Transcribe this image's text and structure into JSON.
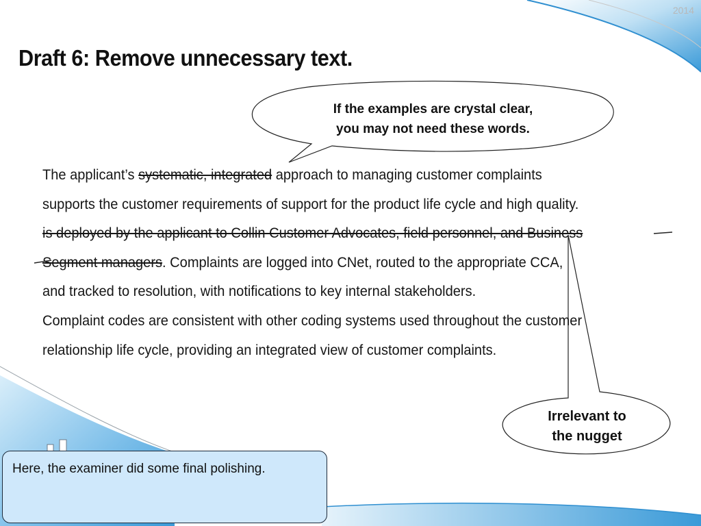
{
  "slide": {
    "year": "2014",
    "title": "Draft 6: Remove unnecessary text."
  },
  "callouts": {
    "top": {
      "line1": "If the examples are crystal clear,",
      "line2": "you may not need these words."
    },
    "bottom": {
      "line1": "Irrelevant to",
      "line2": "the nugget"
    }
  },
  "body": {
    "l1_a": "The applicant’s ",
    "l1_strike": "systematic, integrated",
    "l1_b": " approach to managing customer complaints",
    "l2": "supports the customer requirements of support for the product life cycle and high quality.",
    "l3_strike": "is deployed by the applicant to Collin Customer Advocates, field personnel, and Business",
    "l4_strike": "Segment managers",
    "l4_b": ". Complaints are logged into CNet, routed to the appropriate CCA,",
    "l5": "and tracked to resolution, with notifications to key internal stakeholders.",
    "l6": "Complaint codes are consistent with other coding systems used throughout the customer",
    "l7": "relationship life cycle, providing an integrated view of customer complaints."
  },
  "note": {
    "text": "Here, the examiner did some final polishing."
  },
  "colors": {
    "accent_blue": "#3a9ad8",
    "note_fill": "#cfe8fb"
  }
}
